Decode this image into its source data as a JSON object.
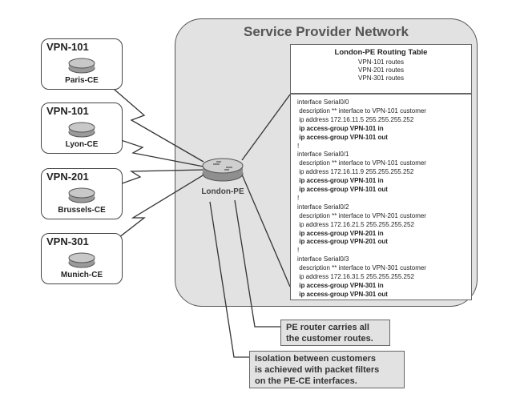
{
  "cloud": {
    "title": "Service Provider Network"
  },
  "pe_router": {
    "label": "London-PE"
  },
  "ce_sites": [
    {
      "vpn": "VPN-101",
      "router": "Paris-CE"
    },
    {
      "vpn": "VPN-101",
      "router": "Lyon-CE"
    },
    {
      "vpn": "VPN-201",
      "router": "Brussels-CE"
    },
    {
      "vpn": "VPN-301",
      "router": "Munich-CE"
    }
  ],
  "routing_table": {
    "title": "London-PE Routing Table",
    "rows": [
      "VPN-101 routes",
      "VPN-201 routes",
      "VPN-301 routes"
    ]
  },
  "config": [
    {
      "text": "interface Serial0/0",
      "bold": false
    },
    {
      "text": " description ** interface to VPN-101 customer",
      "bold": false
    },
    {
      "text": " ip address 172.16.11.5 255.255.255.252",
      "bold": false
    },
    {
      "text": " ip access-group VPN-101 in",
      "bold": true
    },
    {
      "text": " ip access-group VPN-101 out",
      "bold": true
    },
    {
      "text": "!",
      "bold": false
    },
    {
      "text": "interface Serial0/1",
      "bold": false
    },
    {
      "text": " description ** interface to VPN-101 customer",
      "bold": false
    },
    {
      "text": " ip address 172.16.11.9 255.255.255.252",
      "bold": false
    },
    {
      "text": " ip access-group VPN-101 in",
      "bold": true
    },
    {
      "text": " ip access-group VPN-101 out",
      "bold": true
    },
    {
      "text": "!",
      "bold": false
    },
    {
      "text": "interface Serial0/2",
      "bold": false
    },
    {
      "text": " description ** interface to VPN-201 customer",
      "bold": false
    },
    {
      "text": " ip address 172.16.21.5 255.255.255.252",
      "bold": false
    },
    {
      "text": " ip access-group VPN-201 in",
      "bold": true
    },
    {
      "text": " ip access-group VPN-201 out",
      "bold": true
    },
    {
      "text": "!",
      "bold": false
    },
    {
      "text": "interface Serial0/3",
      "bold": false
    },
    {
      "text": " description ** interface to VPN-301 customer",
      "bold": false
    },
    {
      "text": " ip address 172.16.31.5 255.255.255.252",
      "bold": false
    },
    {
      "text": " ip access-group VPN-301 in",
      "bold": true
    },
    {
      "text": " ip access-group VPN-301 out",
      "bold": true
    }
  ],
  "callouts": {
    "pe_routes": [
      "PE router carries all",
      "the customer routes."
    ],
    "isolation": [
      "Isolation between customers",
      "is achieved with packet filters",
      "on the PE-CE interfaces."
    ]
  }
}
